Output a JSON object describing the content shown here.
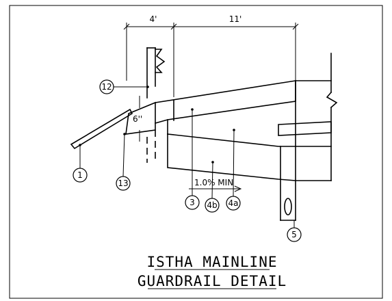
{
  "dimensions": {
    "left": "4'",
    "right": "11'",
    "post_height": "6''"
  },
  "slope_note": "1.0% MIN",
  "callouts": {
    "c1": "1",
    "c3": "3",
    "c4b": "4b",
    "c4a": "4a",
    "c5": "5",
    "c12": "12",
    "c13": "13"
  },
  "title": {
    "line1": "ISTHA MAINLINE",
    "line2": "GUARDRAIL DETAIL"
  }
}
